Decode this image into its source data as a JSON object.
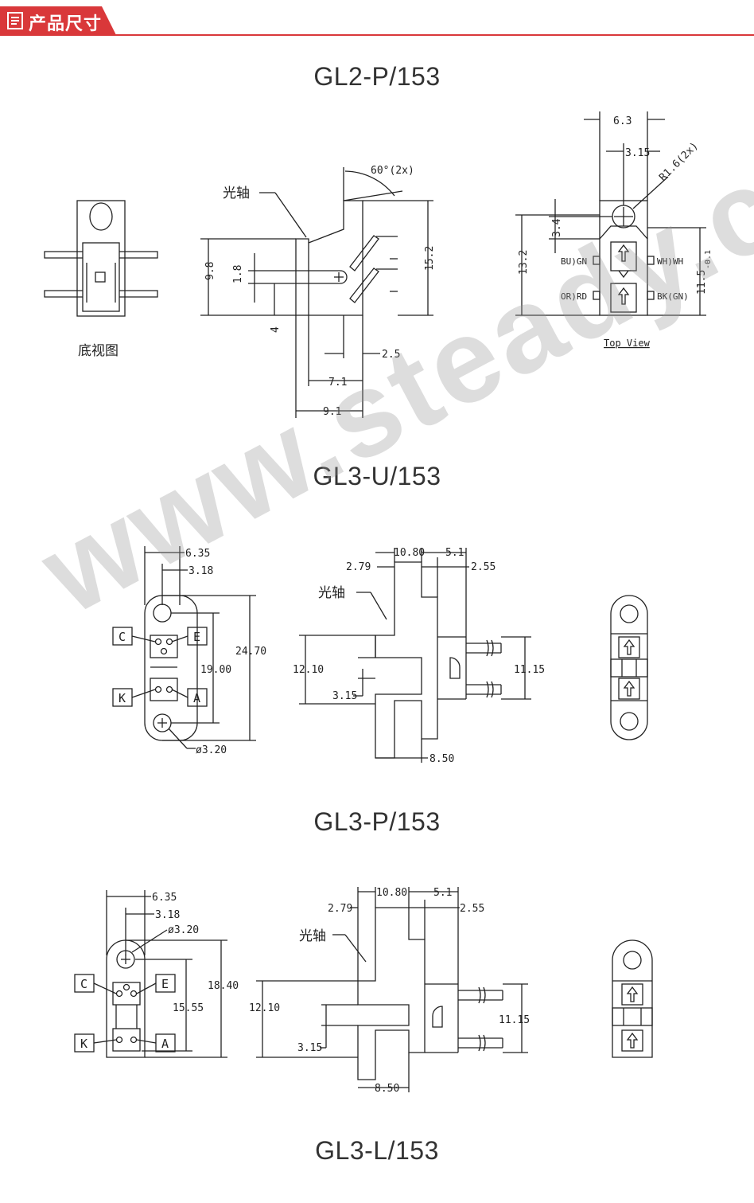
{
  "header": {
    "title": "产品尺寸",
    "accent": "#d9383a"
  },
  "watermark": "www.steady.com",
  "models": [
    {
      "name": "GL2-P/153"
    },
    {
      "name": "GL3-U/153"
    },
    {
      "name": "GL3-P/153"
    },
    {
      "name": "GL3-L/153"
    }
  ],
  "gl2p": {
    "bottom_view": "底视图",
    "optical_axis": "光轴",
    "angle": "60°(2x)",
    "dim_9_8": "9.8",
    "dim_1_8": "1.8",
    "dim_4": "4",
    "dim_15_2": "15.2",
    "dim_2_5": "2.5",
    "dim_7_1": "7.1",
    "dim_9_1": "9.1",
    "dim_6_3": "6.3",
    "dim_3_15": "3.15",
    "radius": "R1.6(2x)",
    "dim_3_4": "3.4",
    "dim_13_2": "13.2",
    "dim_11_5": "11.5",
    "tol": "-0.1",
    "pin_bu": "BU)GN",
    "pin_or": "OR)RD",
    "pin_wh": "WH)WH",
    "pin_bk": "BK(GN)",
    "top_view": "Top View"
  },
  "gl3u": {
    "dim_6_35": "6.35",
    "dim_3_18": "3.18",
    "dim_24_70": "24.70",
    "dim_19_00": "19.00",
    "dim_phi": "ø3.20",
    "pin_c": "C",
    "pin_e": "E",
    "pin_k": "K",
    "pin_a": "A",
    "dim_10_80": "10.80",
    "dim_5_1": "5.1",
    "dim_2_79": "2.79",
    "dim_2_55": "2.55",
    "optical_axis": "光轴",
    "dim_12_10": "12.10",
    "dim_3_15": "3.15",
    "dim_11_15": "11.15",
    "dim_8_50": "8.50"
  },
  "gl3p": {
    "dim_6_35": "6.35",
    "dim_3_18": "3.18",
    "dim_phi": "ø3.20",
    "dim_18_40": "18.40",
    "dim_15_55": "15.55",
    "pin_c": "C",
    "pin_e": "E",
    "pin_k": "K",
    "pin_a": "A",
    "dim_10_80": "10.80",
    "dim_5_1": "5.1",
    "dim_2_79": "2.79",
    "dim_2_55": "2.55",
    "optical_axis": "光轴",
    "dim_12_10": "12.10",
    "dim_3_15": "3.15",
    "dim_11_15": "11.15",
    "dim_8_50": "8.50"
  }
}
